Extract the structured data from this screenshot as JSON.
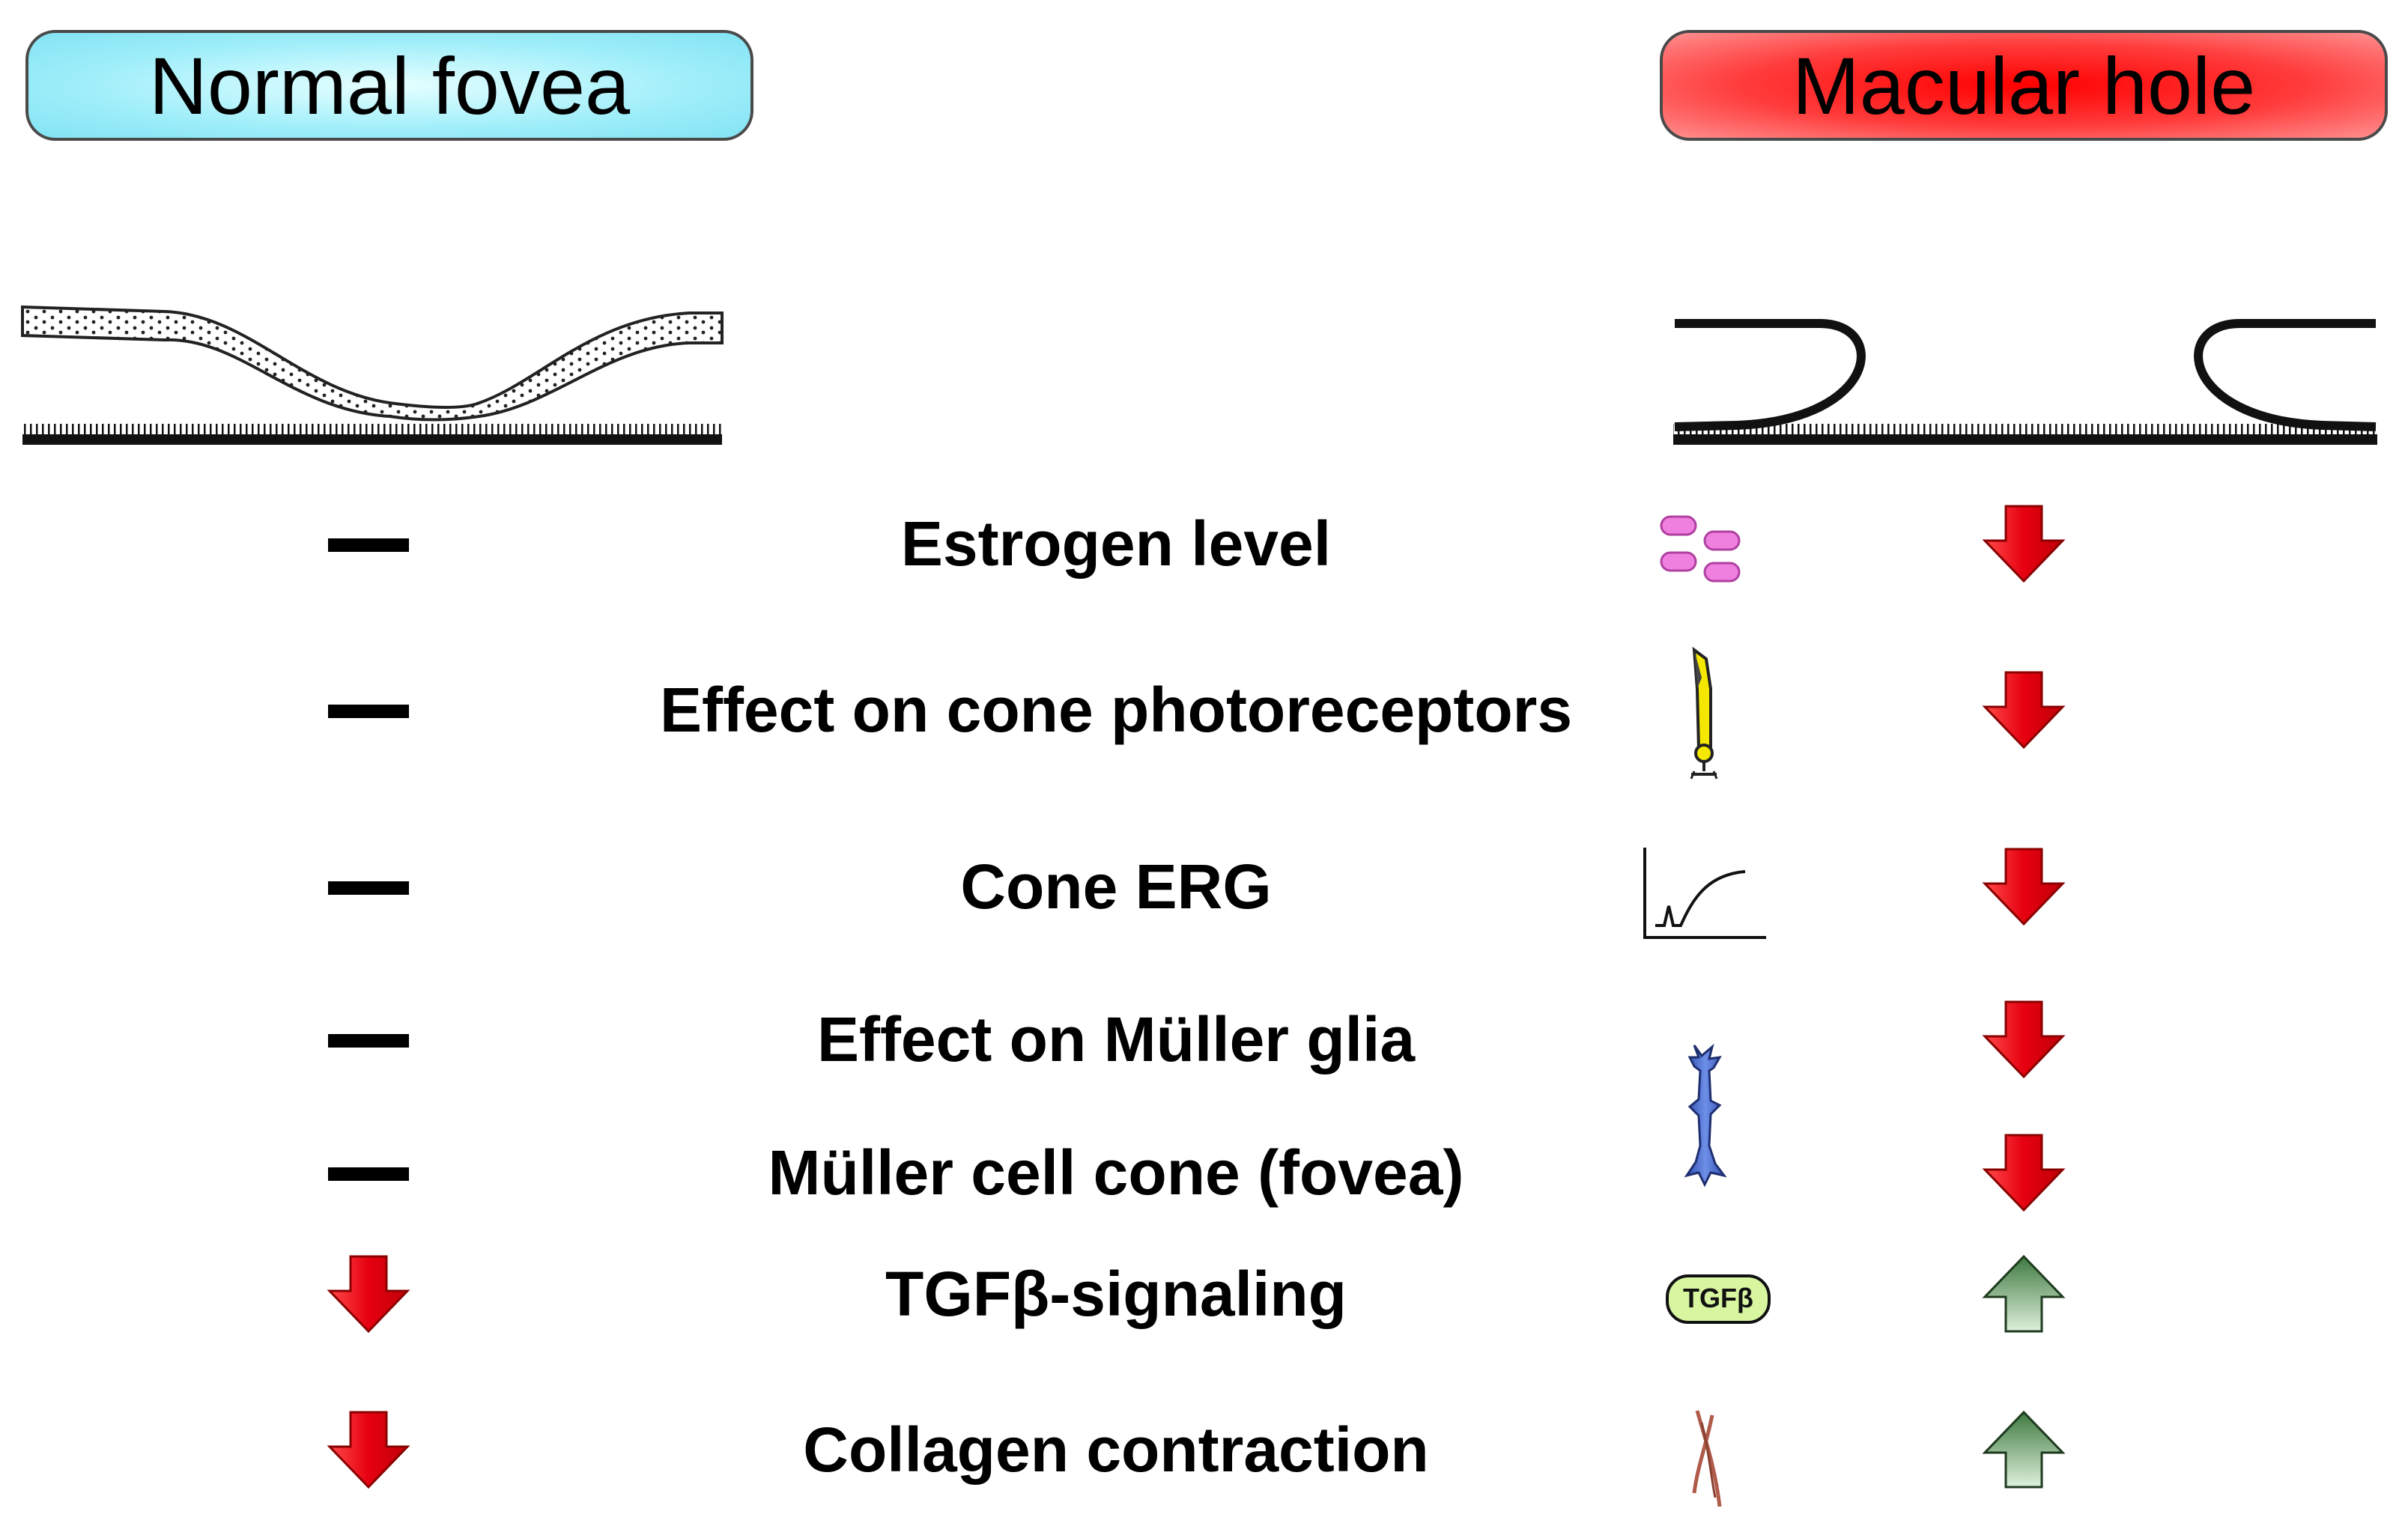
{
  "headers": {
    "normal": "Normal fovea",
    "hole": "Macular hole"
  },
  "rows": [
    {
      "label": "Estrogen level",
      "normal": "none",
      "hole": "down",
      "icon": "estrogen-molecules-icon"
    },
    {
      "label": "Effect on cone photoreceptors",
      "normal": "none",
      "hole": "down",
      "icon": "cone-photoreceptor-icon"
    },
    {
      "label": "Cone ERG",
      "normal": "none",
      "hole": "down",
      "icon": "erg-waveform-icon"
    },
    {
      "label": "Effect on Müller glia",
      "normal": "none",
      "hole": "down",
      "icon": "muller-glia-cell-icon"
    },
    {
      "label": "Müller cell cone (fovea)",
      "normal": "none",
      "hole": "down",
      "icon": "muller-glia-cell-icon"
    },
    {
      "label": "TGFβ-signaling",
      "normal": "down",
      "hole": "up",
      "icon": "tgfb-badge-icon"
    },
    {
      "label": "Collagen contraction",
      "normal": "down",
      "hole": "up",
      "icon": "collagen-fibers-icon"
    }
  ],
  "icons": {
    "tgfb_badge_text": "TGFβ"
  },
  "colors": {
    "down_arrow": "#e8000b",
    "up_arrow": "#5a8a58",
    "normal_header": "#9feefa",
    "hole_header": "#ff3b3b",
    "estrogen": "#f080e0",
    "cone": "#f5e800",
    "muller": "#4a6fd0",
    "tgfb": "#d8f5a0",
    "collagen": "#b05a4a"
  }
}
